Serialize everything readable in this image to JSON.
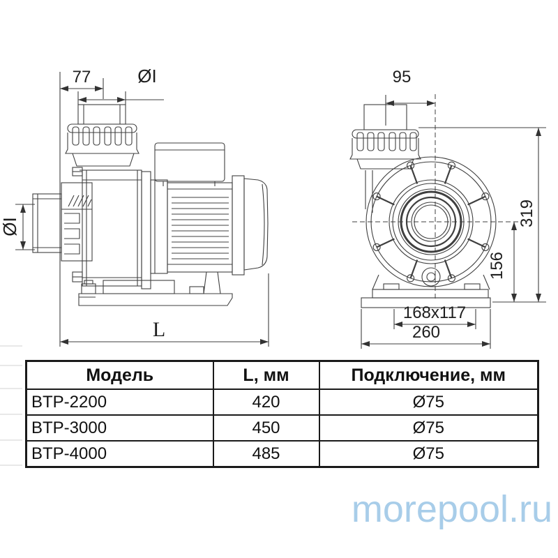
{
  "diagram": {
    "side_view": {
      "label_width_top": "77",
      "label_inlet_diameter": "ØI",
      "label_suction_diameter": "ØI",
      "label_overall_length": "L"
    },
    "front_view": {
      "label_inlet_offset": "95",
      "label_overall_height": "319",
      "label_axis_height": "156",
      "label_mounting_holes": "168x117",
      "label_base_width": "260"
    },
    "line_color": "#3f3f3f"
  },
  "table": {
    "headers": [
      "Модель",
      "L, мм",
      "Подключение, мм"
    ],
    "rows": [
      {
        "model": "BTP-2200",
        "l_mm": "420",
        "connection": "Ø75"
      },
      {
        "model": "BTP-3000",
        "l_mm": "450",
        "connection": "Ø75"
      },
      {
        "model": "BTP-4000",
        "l_mm": "485",
        "connection": "Ø75"
      }
    ]
  },
  "watermark": {
    "text": "morepool.ru",
    "color": "#a8cde9"
  }
}
